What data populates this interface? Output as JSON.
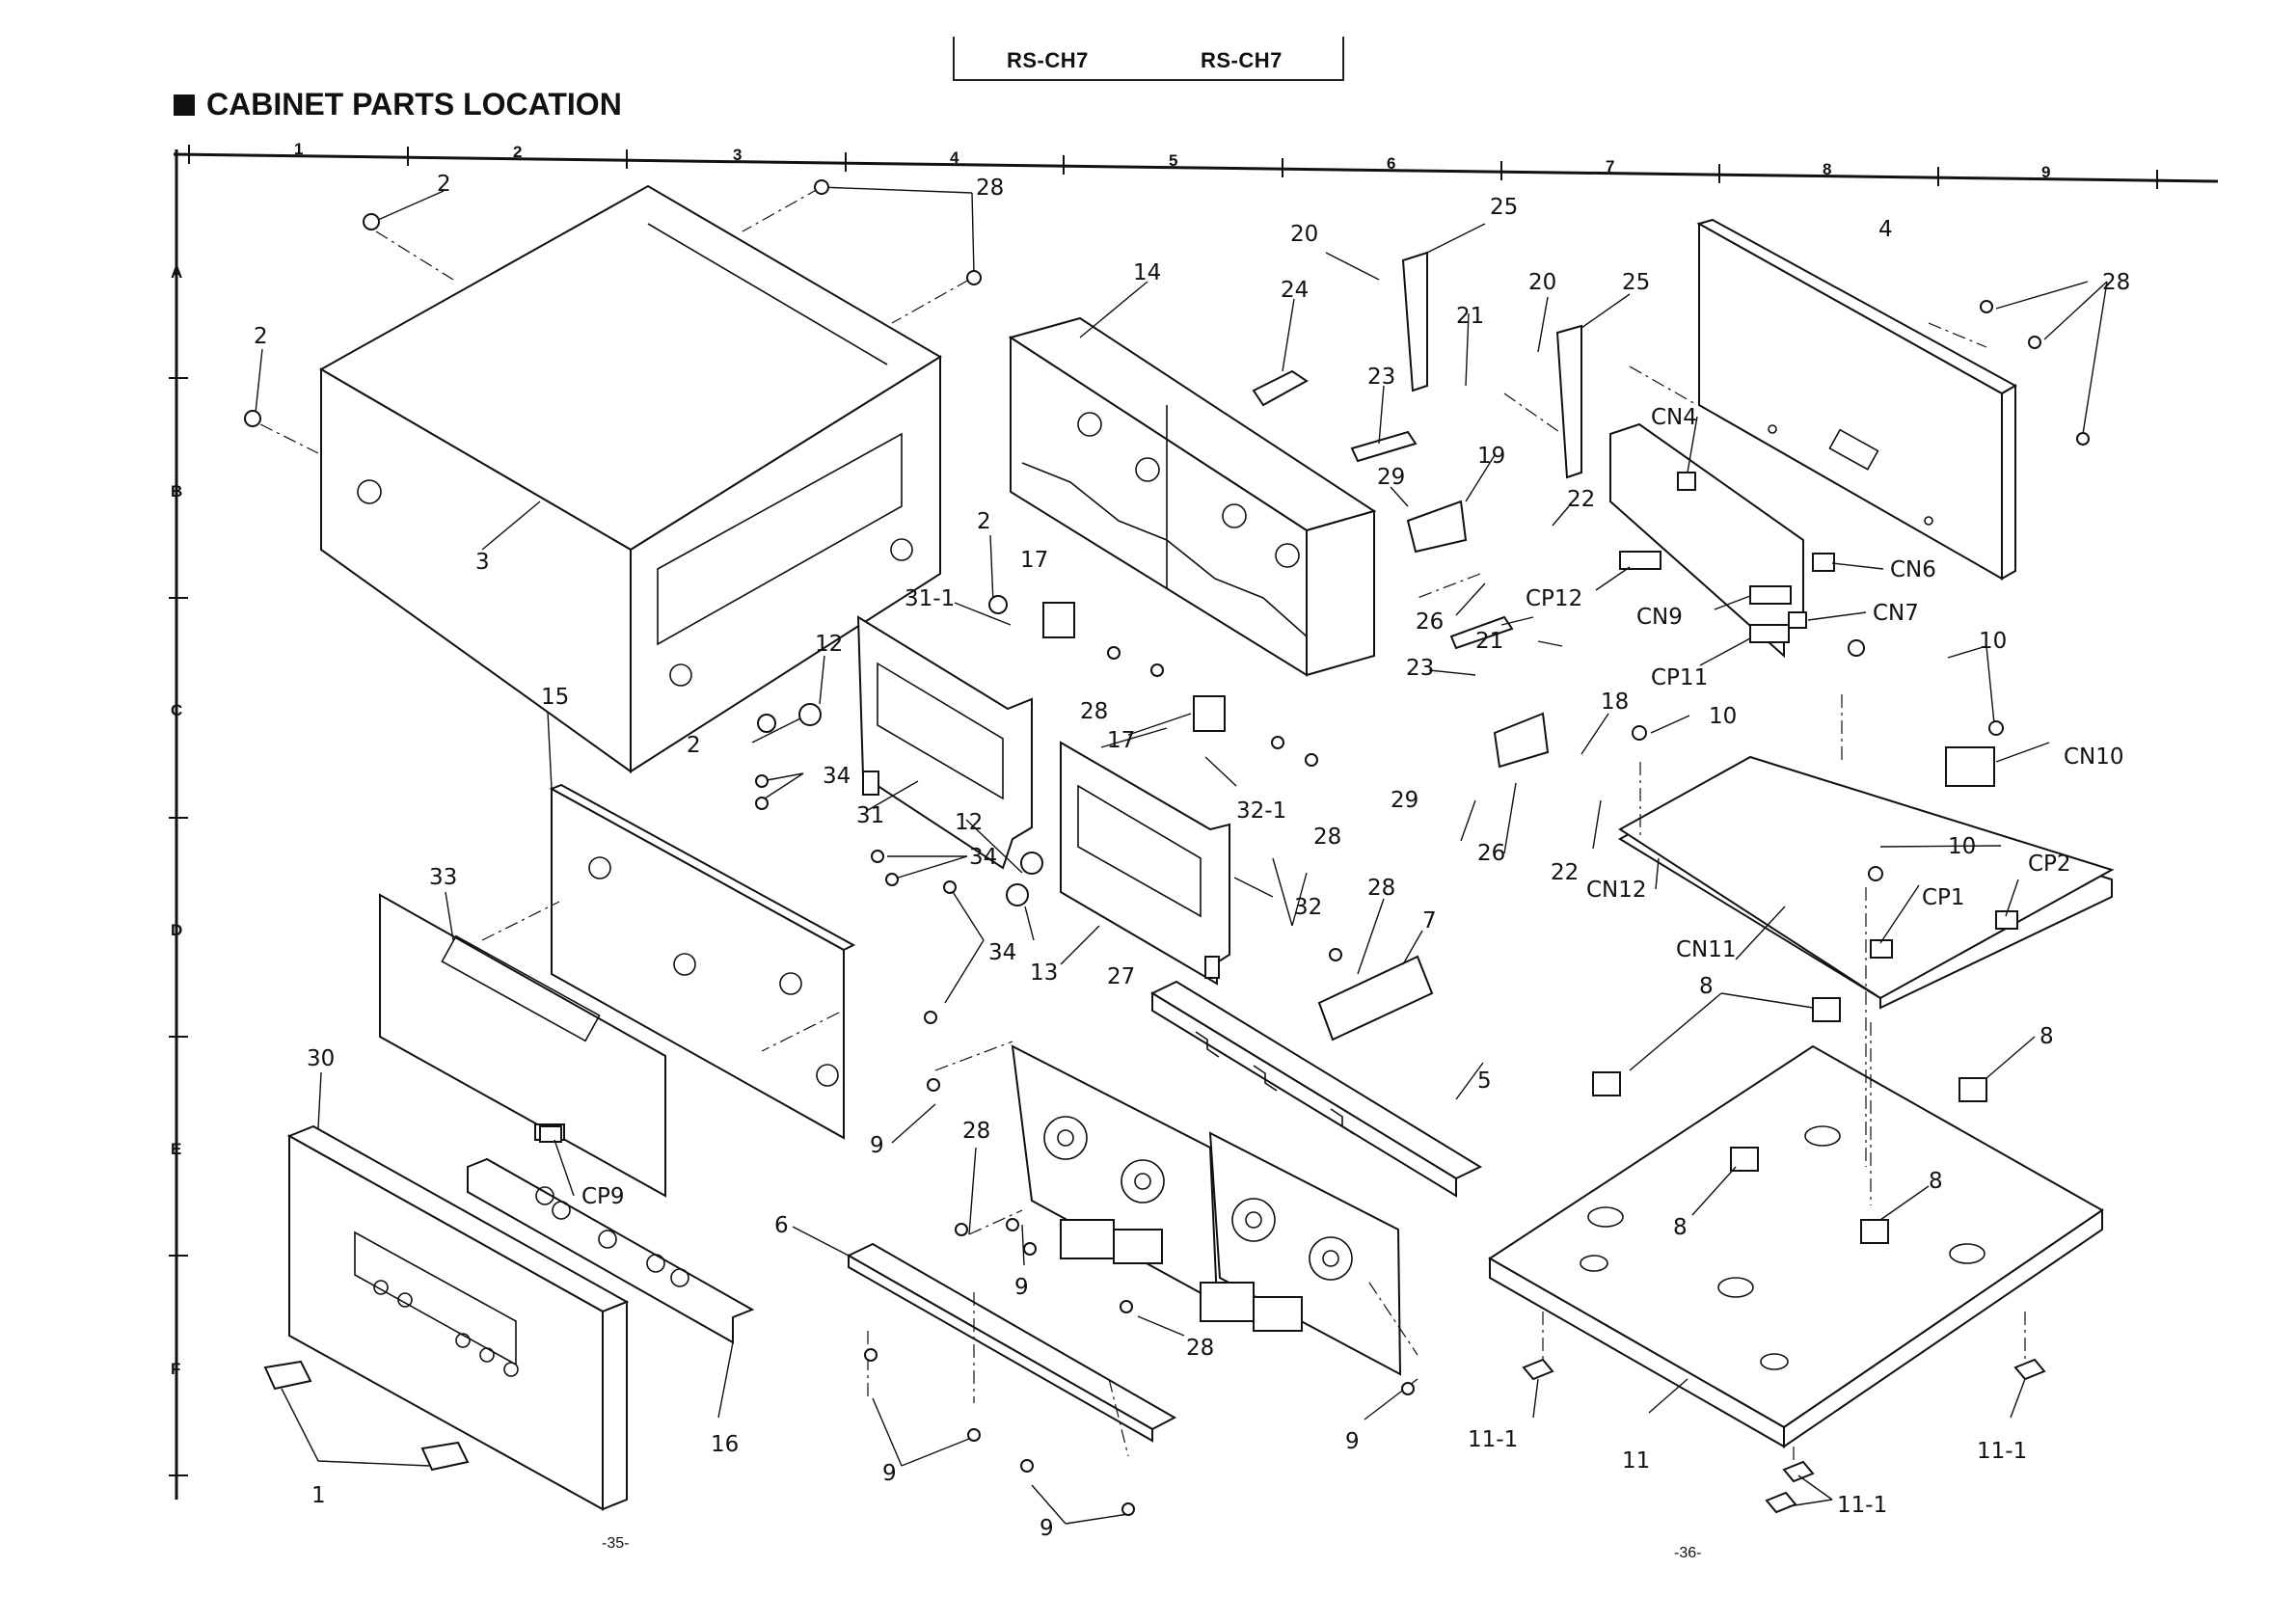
{
  "header": {
    "model_left": "RS-CH7",
    "model_right": "RS-CH7"
  },
  "section_title": "CABINET PARTS LOCATION",
  "grid": {
    "columns": [
      "1",
      "2",
      "3",
      "4",
      "5",
      "6",
      "7",
      "8",
      "9"
    ],
    "rows": [
      "A",
      "B",
      "C",
      "D",
      "E",
      "F"
    ]
  },
  "page_numbers": {
    "left": "-35-",
    "right": "-36-"
  },
  "callouts": [
    "2",
    "28",
    "2",
    "3",
    "2",
    "2",
    "31-1",
    "12",
    "31",
    "15",
    "34",
    "34",
    "34",
    "33",
    "12",
    "13",
    "17",
    "28",
    "14",
    "24",
    "20",
    "25",
    "23",
    "29",
    "19",
    "20",
    "25",
    "21",
    "22",
    "26",
    "21",
    "23",
    "18",
    "29",
    "26",
    "22",
    "10",
    "10",
    "CN10",
    "4",
    "28",
    "CN4",
    "CP12",
    "CN9",
    "CN6",
    "CN7",
    "CP11",
    "CN12",
    "CN11",
    "CP1",
    "CP2",
    "10",
    "17",
    "32-1",
    "28",
    "32",
    "27",
    "28",
    "7",
    "5",
    "8",
    "8",
    "8",
    "8",
    "9",
    "28",
    "6",
    "9",
    "9",
    "9",
    "28",
    "9",
    "30",
    "CP9",
    "16",
    "1",
    "11-1",
    "11",
    "11-1",
    "11-1"
  ]
}
